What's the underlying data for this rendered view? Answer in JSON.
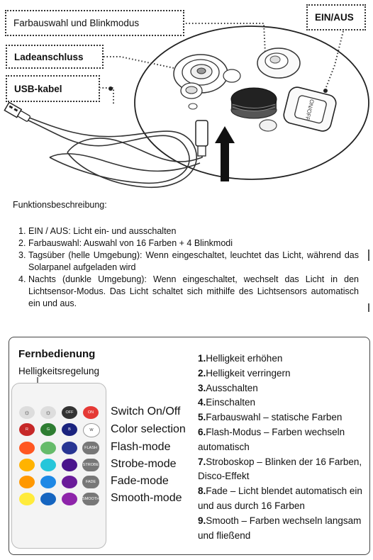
{
  "diagram": {
    "labels": {
      "color_mode": "Farbauswahl und Blinkmodus",
      "charging_port": "Ladeanschluss",
      "usb_cable": "USB-kabel",
      "on_off": "EIN/AUS"
    },
    "switch_text": "ON/OFF"
  },
  "description": {
    "title": "Funktionsbeschreibung:",
    "items": [
      {
        "num": "1.",
        "text": "EIN / AUS: Licht ein- und ausschalten"
      },
      {
        "num": "2.",
        "text": "Farbauswahl: Auswahl von 16 Farben + 4 Blinkmodi"
      },
      {
        "num": "3.",
        "text": "Tagsüber (helle Umgebung): Wenn eingeschaltet, leuchtet das Licht, während das Solarpanel aufgeladen wird"
      },
      {
        "num": "4.",
        "text": "Nachts (dunkle Umgebung): Wenn eingeschaltet, wechselt das Licht in den Lichtsensor-Modus. Das Licht schaltet sich mithilfe des Lichtsensors automatisch ein und aus."
      }
    ]
  },
  "remote_section": {
    "title": "Fernbedienung",
    "brightness_label": "Helligkeitsregelung",
    "remote_buttons": {
      "off": "OFF",
      "on": "ON",
      "r": "R",
      "g": "G",
      "b": "B",
      "w": "W",
      "flash": "FLASH",
      "strobe": "STROBE",
      "fade": "FADE",
      "smooth": "SMOOTH"
    },
    "callouts": {
      "switch": "Switch On/Off",
      "color": "Color selection",
      "flash": "Flash-mode",
      "strobe": "Strobe-mode",
      "fade": "Fade-mode",
      "smooth": "Smooth-mode"
    },
    "functions": [
      {
        "num": "1.",
        "text": "Helligkeit erhöhen"
      },
      {
        "num": "2.",
        "text": "Helligkeit verringern"
      },
      {
        "num": "3.",
        "text": "Ausschalten"
      },
      {
        "num": "4.",
        "text": "Einschalten"
      },
      {
        "num": "5.",
        "text": "Farbauswahl – statische Farben"
      },
      {
        "num": "6.",
        "text": "Flash-Modus – Farben wechseln automatisch"
      },
      {
        "num": "7.",
        "text": "Stroboskop – Blinken der 16 Farben, Disco-Effekt"
      },
      {
        "num": "8.",
        "text": "Fade – Licht blendet automatisch ein und aus durch 16 Farben"
      },
      {
        "num": "9.",
        "text": "Smooth – Farben wechseln langsam und fließend"
      }
    ],
    "colors": {
      "row1": [
        "#e53935",
        "#43a047",
        "#1e3a8a"
      ],
      "row2": [
        "#ff5722",
        "#66bb6a",
        "#283593"
      ],
      "row3": [
        "#ffb300",
        "#26c6da",
        "#4a148c"
      ],
      "row4": [
        "#ff9800",
        "#1e88e5",
        "#6a1b9a"
      ],
      "row5": [
        "#ffeb3b",
        "#1565c0",
        "#8e24aa"
      ]
    }
  }
}
